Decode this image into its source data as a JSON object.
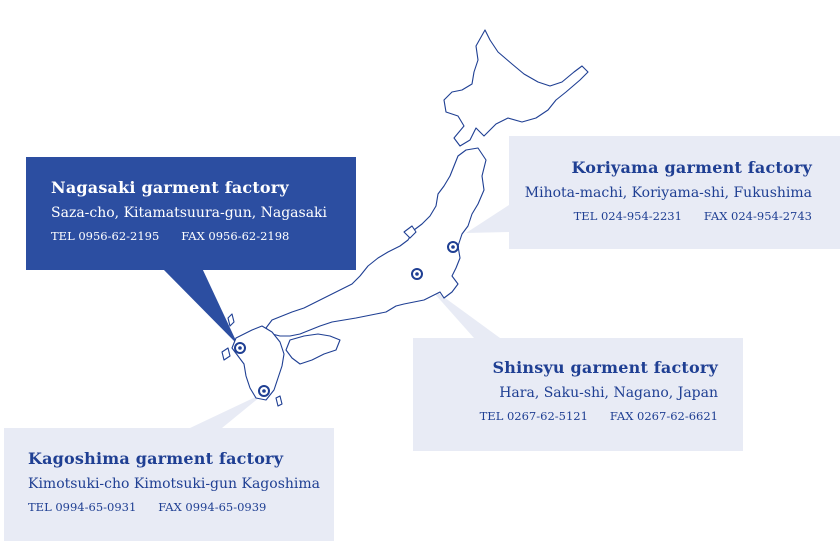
{
  "map": {
    "land_color": "#ffffff",
    "outline_color": "#1f3f93",
    "marker_color": "#1f3f93",
    "callout_light": "#e8ebf5",
    "callout_dark": "#2c4ea1"
  },
  "factories": {
    "nagasaki": {
      "name": "Nagasaki garment factory",
      "address": "Saza-cho, Kitamatsuura-gun, Nagasaki",
      "tel": "TEL 0956-62-2195",
      "fax": "FAX 0956-62-2198"
    },
    "koriyama": {
      "name": "Koriyama garment factory",
      "address": "Mihota-machi, Koriyama-shi, Fukushima",
      "tel": "TEL 024-954-2231",
      "fax": "FAX 024-954-2743"
    },
    "shinsyu": {
      "name": "Shinsyu garment factory",
      "address": "Hara, Saku-shi, Nagano, Japan",
      "tel": "TEL 0267-62-5121",
      "fax": "FAX 0267-62-6621"
    },
    "kagoshima": {
      "name": "Kagoshima garment factory",
      "address": "Kimotsuki-cho Kimotsuki-gun Kagoshima",
      "tel": "TEL 0994-65-0931",
      "fax": "FAX 0994-65-0939"
    }
  }
}
